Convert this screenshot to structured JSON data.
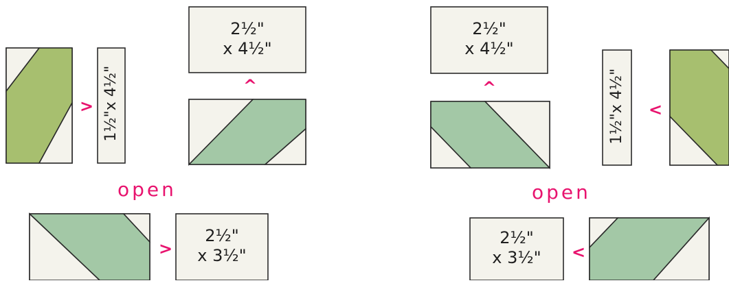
{
  "colors": {
    "accent": "#e8136e",
    "green": "#a7bf6f",
    "lightgreen": "#a3c8a6",
    "background": "#f4f3ec"
  },
  "left_group": {
    "top_piece_label": "1½\"x 4½\"",
    "top_arrow": ">",
    "up_arrow": "^",
    "top_right_label": "2½\"\nx 4½\"",
    "open_label": "open",
    "bottom_arrow": ">",
    "bottom_label": "2½\"\nx 3½\""
  },
  "right_group": {
    "top_left_label": "2½\"\nx 4½\"",
    "up_arrow": "^",
    "side_label": "1½\"x 4½\"",
    "side_arrow": "<",
    "open_label": "open",
    "bottom_label": "2½\"\nx 3½\"",
    "bottom_arrow": "<"
  }
}
